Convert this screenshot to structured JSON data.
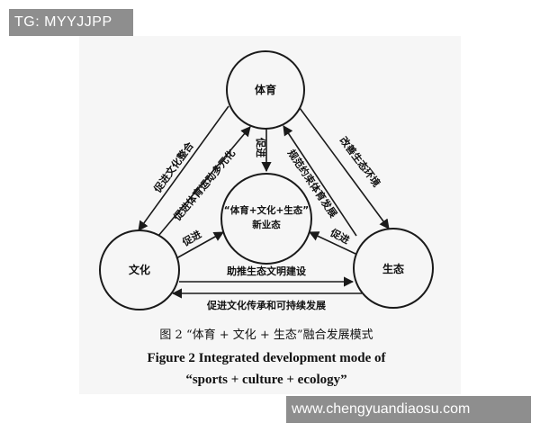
{
  "watermarks": {
    "top": "TG: MYYJJPP",
    "bottom": "www.chengyuandiaosu.com"
  },
  "nodes": {
    "sports": "体育",
    "culture": "文化",
    "ecology": "生态",
    "center_line1": "“体育+文化+生态”",
    "center_line2": "新业态"
  },
  "edges": {
    "culture_integration": "促进文化整合",
    "sports_diversification": "促进体育运动多元化",
    "promote_top": "促进",
    "regulate_sports": "规范约束体育发展",
    "improve_environment": "改善生态环境",
    "promote_left": "促进",
    "promote_right": "促进",
    "ecological_civilization": "助推生态文明建设",
    "cultural_heritage": "促进文化传承和可持续发展"
  },
  "caption": {
    "cn": "图 2 “体育 + 文化 + 生态”融合发展模式",
    "en_line1": "Figure 2   Integrated development mode of",
    "en_line2": "“sports + culture + ecology”"
  },
  "colors": {
    "stroke": "#1a1a1a",
    "panel": "#f6f6f6",
    "watermark": "#8e8e8e"
  }
}
